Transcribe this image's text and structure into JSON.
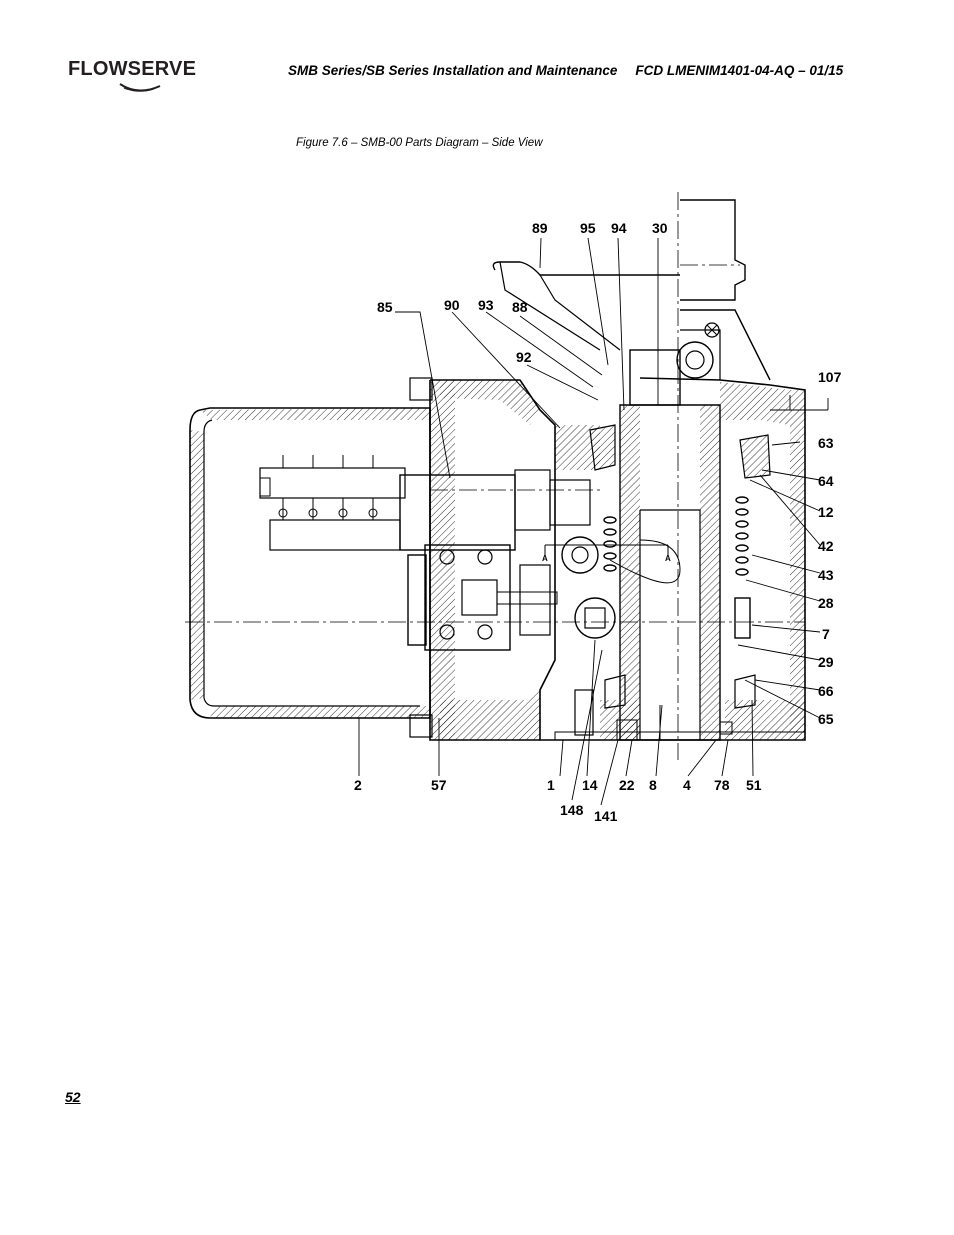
{
  "brand": {
    "logo_text": "FLOWSERVE"
  },
  "header": {
    "title": "SMB Series/SB Series Installation and Maintenance",
    "doc_code": "FCD LMENIM1401-04-AQ – 01/15"
  },
  "figure": {
    "caption": "Figure 7.6 – SMB-00 Parts Diagram – Side View",
    "section_marks": [
      "A",
      "A"
    ],
    "callouts": {
      "c89": "89",
      "c95": "95",
      "c94": "94",
      "c30": "30",
      "c85": "85",
      "c90": "90",
      "c93": "93",
      "c88": "88",
      "c92": "92",
      "c107": "107",
      "c63": "63",
      "c64": "64",
      "c12": "12",
      "c42": "42",
      "c43": "43",
      "c28": "28",
      "c7": "7",
      "c29": "29",
      "c66": "66",
      "c65": "65",
      "c2": "2",
      "c57": "57",
      "c1": "1",
      "c14": "14",
      "c22": "22",
      "c8": "8",
      "c4": "4",
      "c78": "78",
      "c51": "51",
      "c148": "148",
      "c141": "141"
    }
  },
  "footer": {
    "page_number": "52"
  }
}
